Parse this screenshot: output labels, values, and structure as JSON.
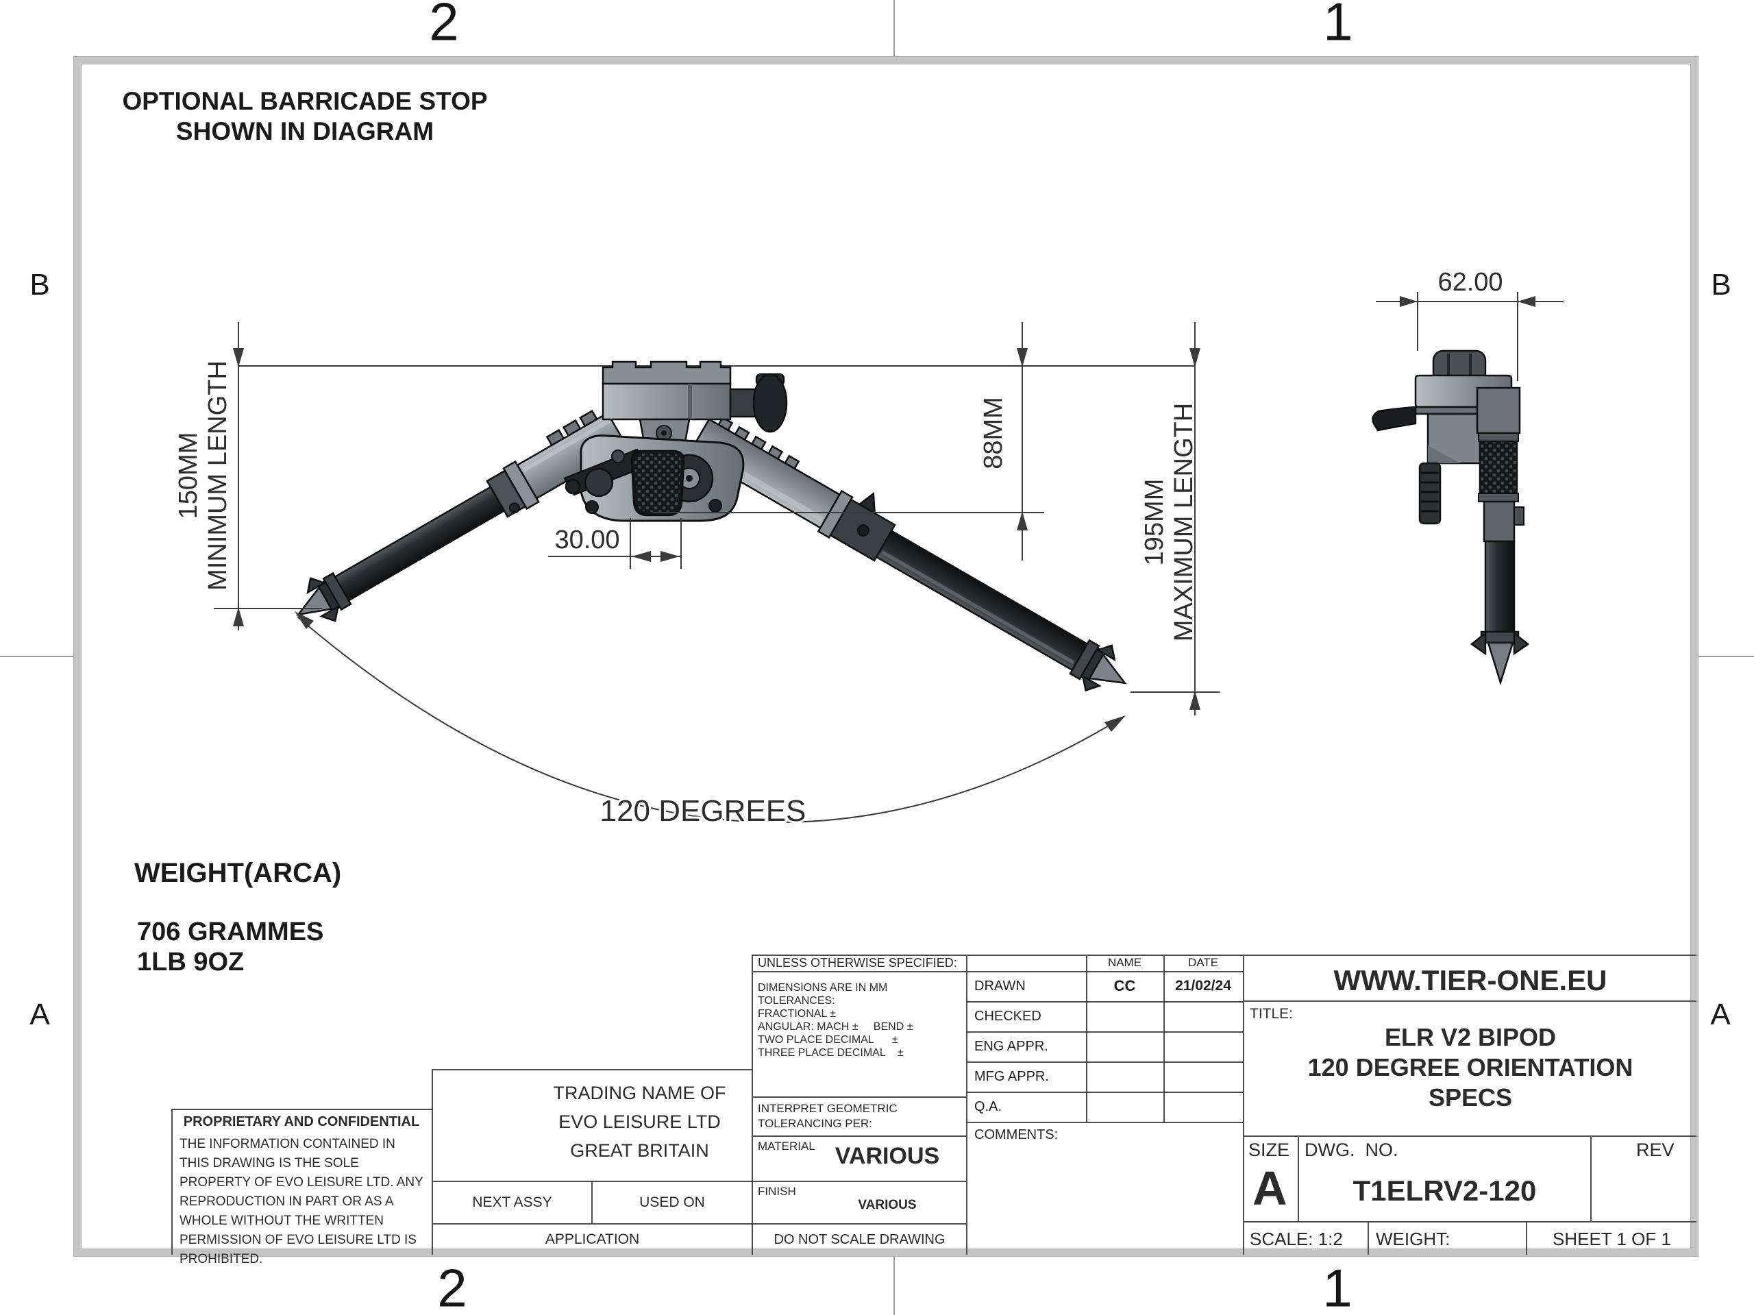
{
  "sheet": {
    "zones": {
      "top_left": "2",
      "top_right": "1",
      "bottom_left": "2",
      "bottom_right": "1",
      "left_top": "B",
      "left_bottom": "A",
      "right_top": "B",
      "right_bottom": "A"
    }
  },
  "annotations": {
    "note_line1": "OPTIONAL BARRICADE STOP",
    "note_line2": "SHOWN IN DIAGRAM",
    "weight_title": "WEIGHT(ARCA)",
    "weight_metric": "706 GRAMMES",
    "weight_imperial": "1LB 9OZ"
  },
  "dimensions": {
    "min_value": "150MM",
    "min_label": "MINIMUM LENGTH",
    "stop_height": "88MM",
    "max_value": "195MM",
    "max_label": "MAXIMUM LENGTH",
    "stop_offset": "30.00",
    "leg_angle": "120 DEGREES",
    "folded_width": "62.00"
  },
  "title_block": {
    "spec_header": "UNLESS OTHERWISE SPECIFIED:",
    "spec_lines": [
      "DIMENSIONS ARE IN MM",
      "TOLERANCES:",
      "FRACTIONAL ±",
      "ANGULAR: MACH ±     BEND ±",
      "TWO PLACE DECIMAL      ±",
      "THREE PLACE DECIMAL    ±"
    ],
    "interpret_line1": "INTERPRET GEOMETRIC",
    "interpret_line2": "TOLERANCING PER:",
    "material_label": "MATERIAL",
    "material_value": "VARIOUS",
    "finish_label": "FINISH",
    "finish_value": "VARIOUS",
    "do_not_scale": "DO NOT SCALE DRAWING",
    "name_header": "NAME",
    "date_header": "DATE",
    "approval_rows": [
      {
        "label": "DRAWN",
        "name": "CC",
        "date": "21/02/24"
      },
      {
        "label": "CHECKED",
        "name": "",
        "date": ""
      },
      {
        "label": "ENG APPR.",
        "name": "",
        "date": ""
      },
      {
        "label": "MFG APPR.",
        "name": "",
        "date": ""
      },
      {
        "label": "Q.A.",
        "name": "",
        "date": ""
      }
    ],
    "comments_label": "COMMENTS:",
    "company_lines": [
      "TRADING NAME OF",
      "EVO LEISURE LTD",
      "GREAT BRITAIN"
    ],
    "next_assy": "NEXT ASSY",
    "used_on": "USED ON",
    "application": "APPLICATION",
    "proprietary_title": "PROPRIETARY AND CONFIDENTIAL",
    "proprietary_body": "THE INFORMATION CONTAINED IN THIS DRAWING IS THE SOLE PROPERTY OF EVO LEISURE LTD.  ANY REPRODUCTION IN PART OR AS A WHOLE WITHOUT THE WRITTEN PERMISSION OF EVO LEISURE LTD IS PROHIBITED.",
    "website": "WWW.TIER-ONE.EU",
    "title_label": "TITLE:",
    "title_line1": "ELR V2 BIPOD",
    "title_line2": "120 DEGREE ORIENTATION",
    "title_line3": "SPECS",
    "size_label": "SIZE",
    "size_value": "A",
    "dwg_label": "DWG.  NO.",
    "dwg_value": "T1ELRV2-120",
    "rev_label": "REV",
    "scale_text": "SCALE: 1:2",
    "weight_label": "WEIGHT:",
    "sheet_text": "SHEET 1 OF 1"
  },
  "colors": {
    "frame_gray": "#c4c4c4",
    "line_dark": "#4d4d4d",
    "metal_light": "#9aa1a8",
    "metal_dark": "#26292d"
  }
}
